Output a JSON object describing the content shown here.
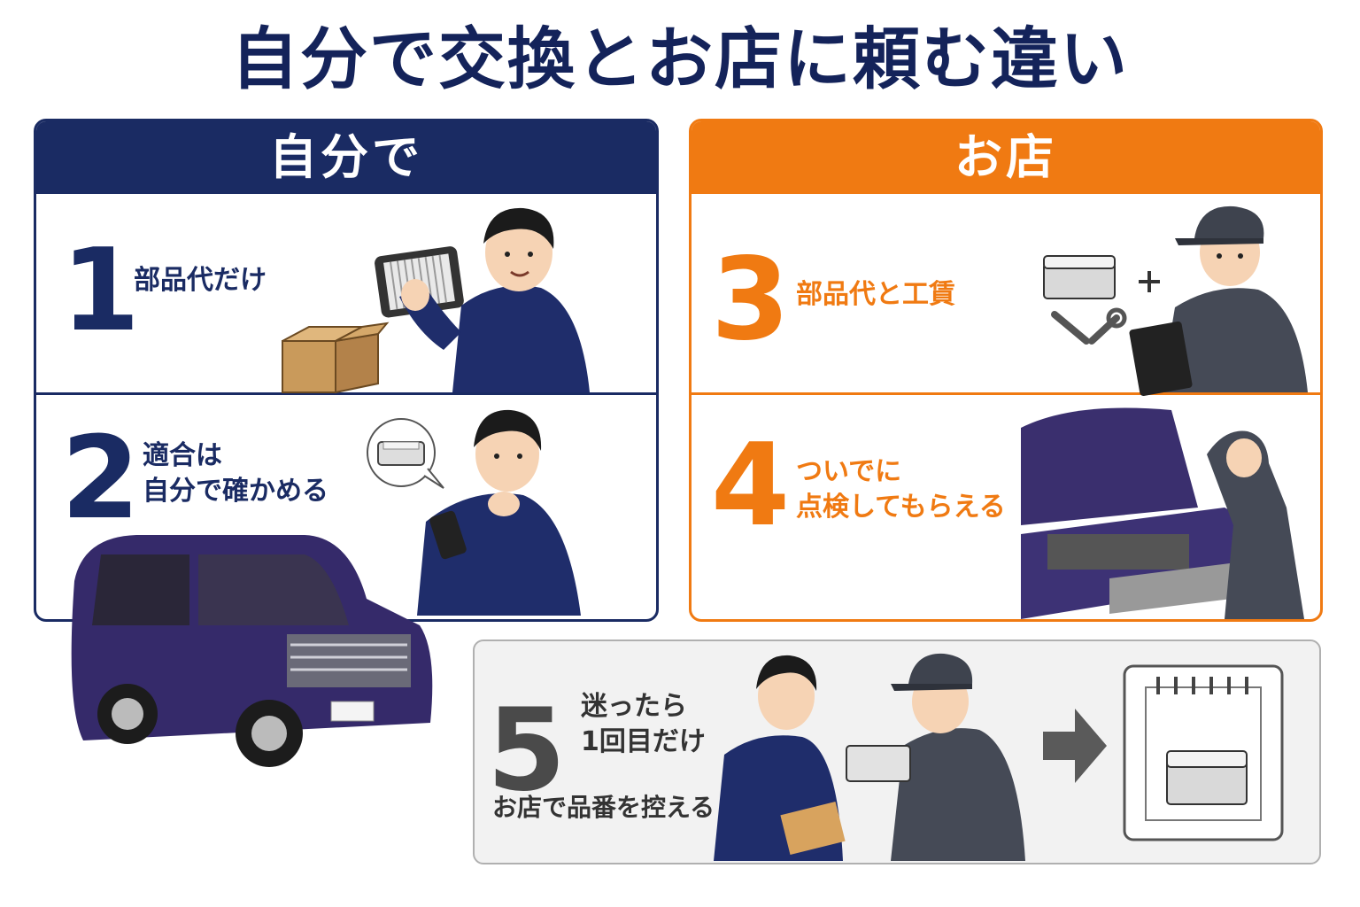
{
  "title": "自分で交換とお店に頼む違い",
  "colors": {
    "navy": "#1a2b63",
    "orange": "#f07a12",
    "gray": "#4a4a4a"
  },
  "self_panel": {
    "header": "自分で",
    "items": [
      {
        "number": "1",
        "lines": [
          "部品代だけ"
        ]
      },
      {
        "number": "2",
        "lines": [
          "適合は",
          "自分で確かめる"
        ]
      }
    ]
  },
  "shop_panel": {
    "header": "お店",
    "items": [
      {
        "number": "3",
        "lines": [
          "部品代と工賃"
        ]
      },
      {
        "number": "4",
        "lines": [
          "ついでに",
          "点検してもらえる"
        ]
      }
    ]
  },
  "tip_panel": {
    "number": "5",
    "lines": [
      "迷ったら",
      "1回目だけ",
      "お店で品番を控える"
    ]
  },
  "icons": [
    "air-filter-icon",
    "cardboard-box-icon",
    "smartphone-icon",
    "wrench-icon",
    "screwdriver-icon",
    "clipboard-icon",
    "plus-icon",
    "arrow-right-icon",
    "notepad-icon",
    "car-illustration"
  ]
}
